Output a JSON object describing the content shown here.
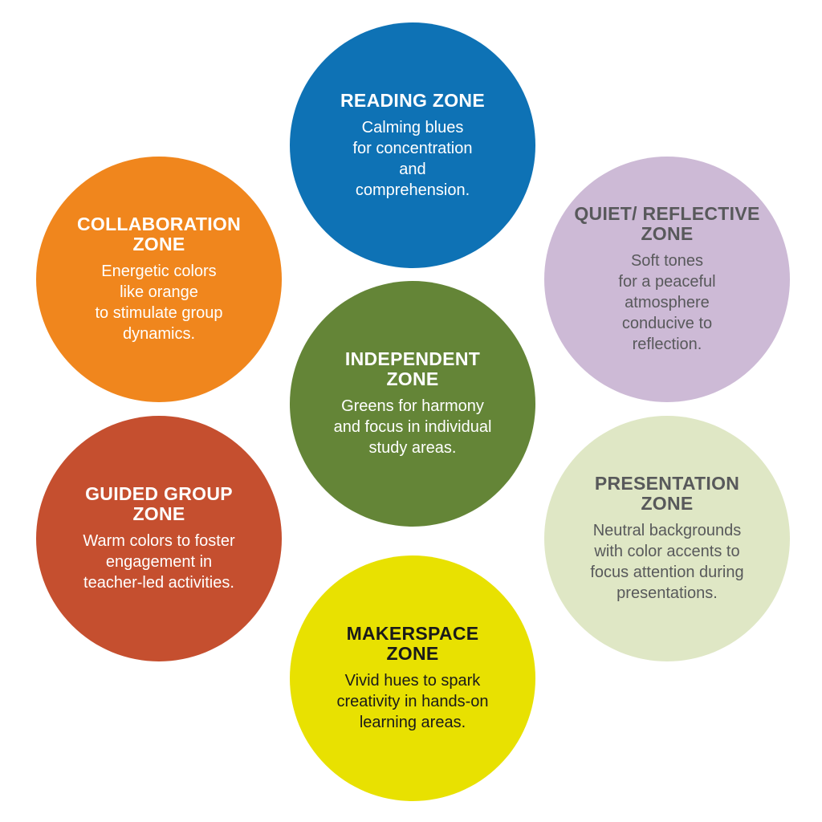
{
  "zones": {
    "reading": {
      "title": "READING ZONE",
      "description": "Calming blues\nfor concentration\nand\ncomprehension.",
      "color": "#0e72b5"
    },
    "collaboration": {
      "title": "COLLABORATION ZONE",
      "description": "Energetic colors\nlike orange\nto stimulate group\ndynamics.",
      "color": "#f0861d"
    },
    "quiet": {
      "title": "QUIET/ REFLECTIVE ZONE",
      "description": "Soft tones\nfor a peaceful\natmosphere\nconducive to\nreflection.",
      "color": "#cdbad6"
    },
    "independent": {
      "title": "INDEPENDENT ZONE",
      "description": "Greens for harmony\nand focus in individual\nstudy areas.",
      "color": "#648537"
    },
    "guided": {
      "title": "GUIDED GROUP ZONE",
      "description": "Warm colors to foster\nengagement in\nteacher-led activities.",
      "color": "#c54f2f"
    },
    "presentation": {
      "title": "PRESENTATION ZONE",
      "description": "Neutral backgrounds\nwith color accents to\nfocus attention during\npresentations.",
      "color": "#dfe7c5"
    },
    "makerspace": {
      "title": "MAKERSPACE ZONE",
      "description": "Vivid hues to spark\ncreativity in hands-on\nlearning areas.",
      "color": "#e8e101"
    }
  }
}
